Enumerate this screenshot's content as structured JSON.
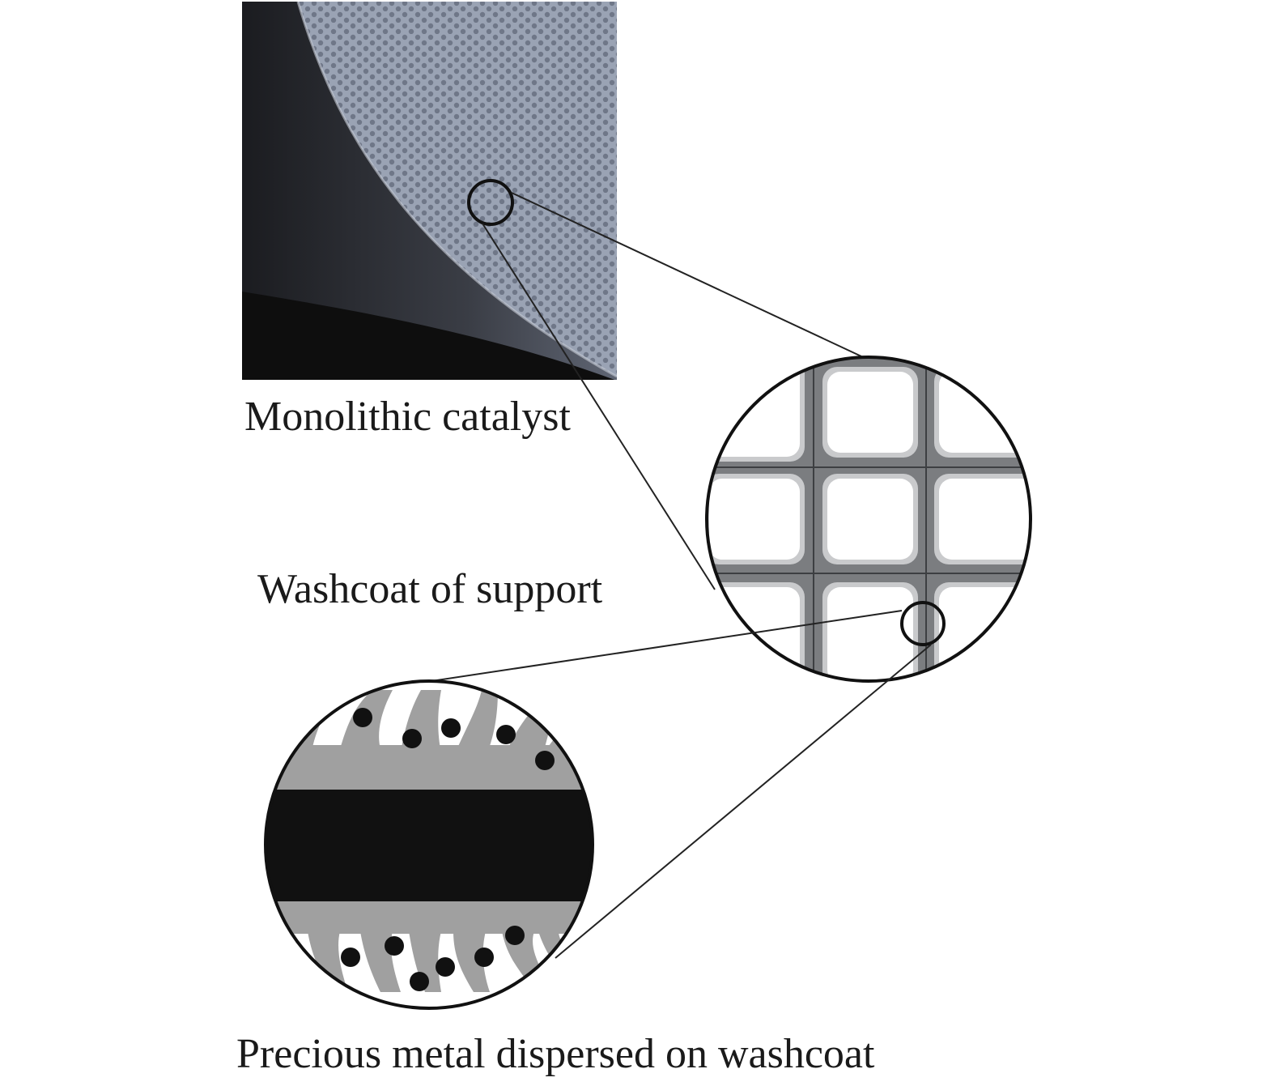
{
  "labels": {
    "monolithic": "Monolithic catalyst",
    "washcoat": "Washcoat of support",
    "precious": "Precious metal dispersed on washcoat"
  },
  "colors": {
    "honeycomb_face": "#8e97a8",
    "honeycomb_side": "#3c3f46",
    "photo_dark": "#0e0e0e",
    "grid_wall": "#7b7d80",
    "washcoat_gray": "#a0a0a0",
    "support_black": "#111111",
    "particle": "#111111"
  }
}
